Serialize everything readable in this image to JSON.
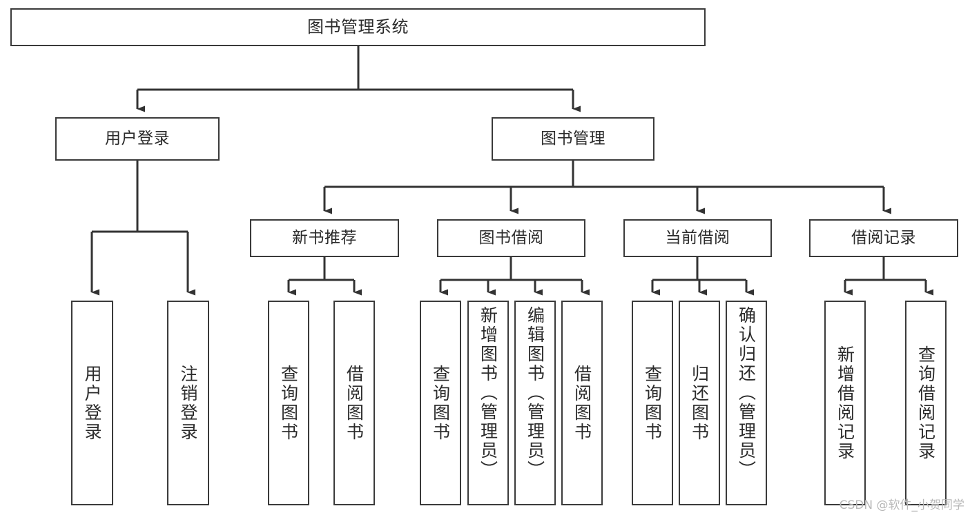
{
  "diagram": {
    "type": "tree",
    "title": "图书管理系统",
    "orientation": "top-down",
    "colors": {
      "node_border": "#3a3a3a",
      "node_fill": "#ffffff",
      "edge": "#333333",
      "text": "#2b2b2b",
      "watermark": "#b8b8b8"
    },
    "nodes": {
      "root": "图书管理系统",
      "level2": {
        "user_login": "用户登录",
        "book_manage": "图书管理"
      },
      "level3": {
        "new_book_rec": "新书推荐",
        "book_borrow": "图书借阅",
        "current_borrow": "当前借阅",
        "borrow_record": "借阅记录"
      },
      "leaves": {
        "login_1": "用户登录",
        "login_2": "注销登录",
        "rec_1": "查询图书",
        "rec_2": "借阅图书",
        "borrow_1": "查询图书",
        "borrow_2": "新增图书（管理员）",
        "borrow_3": "编辑图书（管理员）",
        "borrow_4": "借阅图书",
        "cur_1": "查询图书",
        "cur_2": "归还图书",
        "cur_3": "确认归还（管理员）",
        "rec_log_1": "新增借阅记录",
        "rec_log_2": "查询借阅记录"
      }
    }
  },
  "watermark": {
    "text": "CSDN @软件_小贺同学"
  }
}
